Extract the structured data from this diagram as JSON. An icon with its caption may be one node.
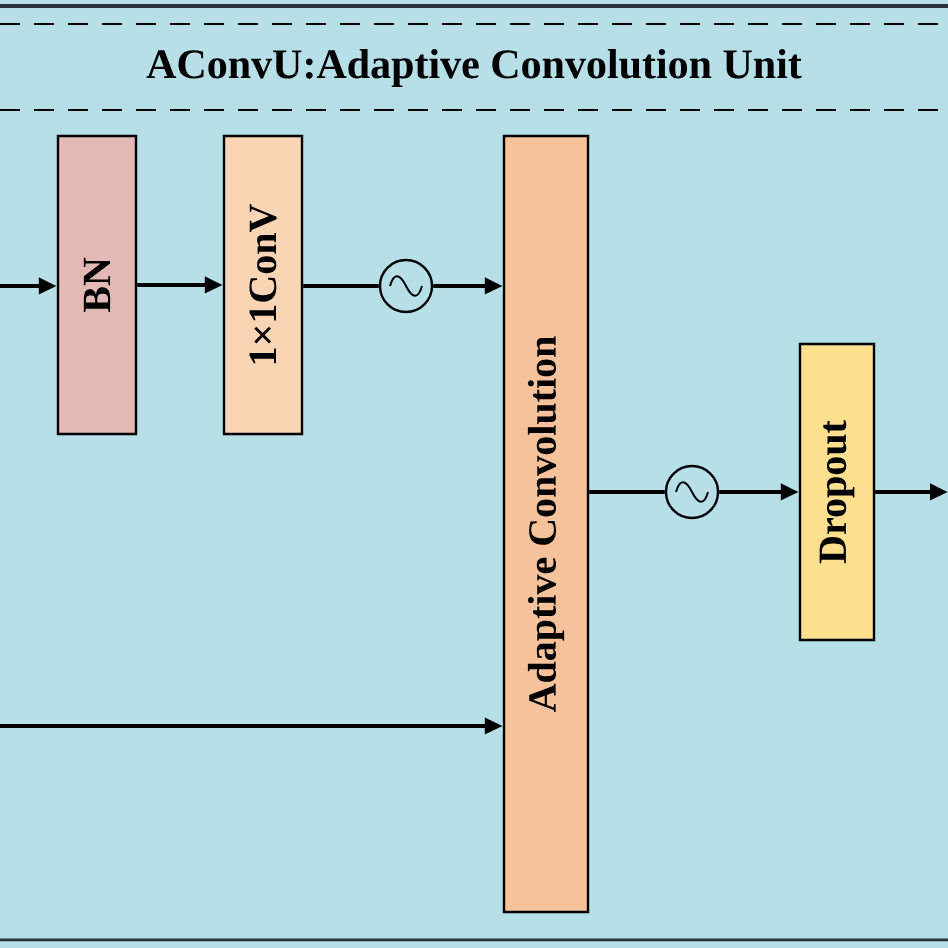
{
  "diagram": {
    "title": "AConvU:Adaptive Convolution Unit",
    "nodes": [
      {
        "text": [
          "BN"
        ]
      },
      {
        "text": [
          "1×1ConV"
        ]
      },
      {
        "text": [],
        "shape": "circle"
      },
      {
        "text": [
          "Adaptive Convolution"
        ]
      },
      {
        "text": [],
        "shape": "circle"
      },
      {
        "text": [
          "Dropout"
        ]
      }
    ],
    "edges": [
      {
        "from": null,
        "to": 0,
        "arrow": "to"
      },
      {
        "from": 0,
        "to": 1,
        "arrow": "to"
      },
      {
        "from": 1,
        "to": 2,
        "arrow": "none"
      },
      {
        "from": 2,
        "to": 3,
        "arrow": "to"
      },
      {
        "from": 3,
        "to": 4,
        "arrow": "none"
      },
      {
        "from": 4,
        "to": 5,
        "arrow": "to"
      },
      {
        "from": 5,
        "to": null,
        "arrow": "to"
      },
      {
        "from": null,
        "to": 3,
        "arrow": "to"
      }
    ]
  }
}
